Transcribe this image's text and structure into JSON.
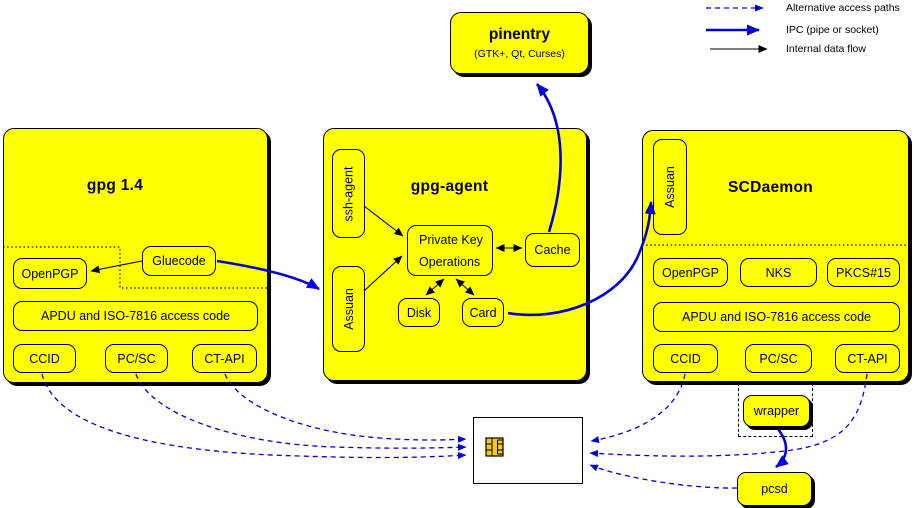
{
  "legend": {
    "alt": "Alternative access paths",
    "ipc": "IPC (pipe or socket)",
    "internal": "Internal data flow"
  },
  "pinentry": {
    "title": "pinentry",
    "subtitle": "(GTK+, Qt, Curses)"
  },
  "gpg14": {
    "title": "gpg 1.4",
    "gluecode": "Gluecode",
    "openpgp": "OpenPGP",
    "apdu": "APDU and ISO-7816 access code",
    "ccid": "CCID",
    "pcsc": "PC/SC",
    "ctapi": "CT-API"
  },
  "agent": {
    "title": "gpg-agent",
    "ssh_agent": "ssh-agent",
    "assuan": "Assuan",
    "pko_line1": "Private Key",
    "pko_line2": "Operations",
    "cache": "Cache",
    "disk": "Disk",
    "card": "Card"
  },
  "scdaemon": {
    "title": "SCDaemon",
    "assuan": "Assuan",
    "openpgp": "OpenPGP",
    "nks": "NKS",
    "pkcs15": "PKCS#15",
    "apdu": "APDU and ISO-7816 access code",
    "ccid": "CCID",
    "pcsc": "PC/SC",
    "ctapi": "CT-API"
  },
  "bottom": {
    "wrapper": "wrapper",
    "pcsd": "pcsd"
  },
  "icons": {
    "chip": "smartcard-chip-icon"
  },
  "colors": {
    "box_fill": "#ffff00",
    "line_blue": "#0000e0",
    "line_black": "#000000",
    "chip_gold": "#f0c81e",
    "card_fill": "#ffffff"
  }
}
